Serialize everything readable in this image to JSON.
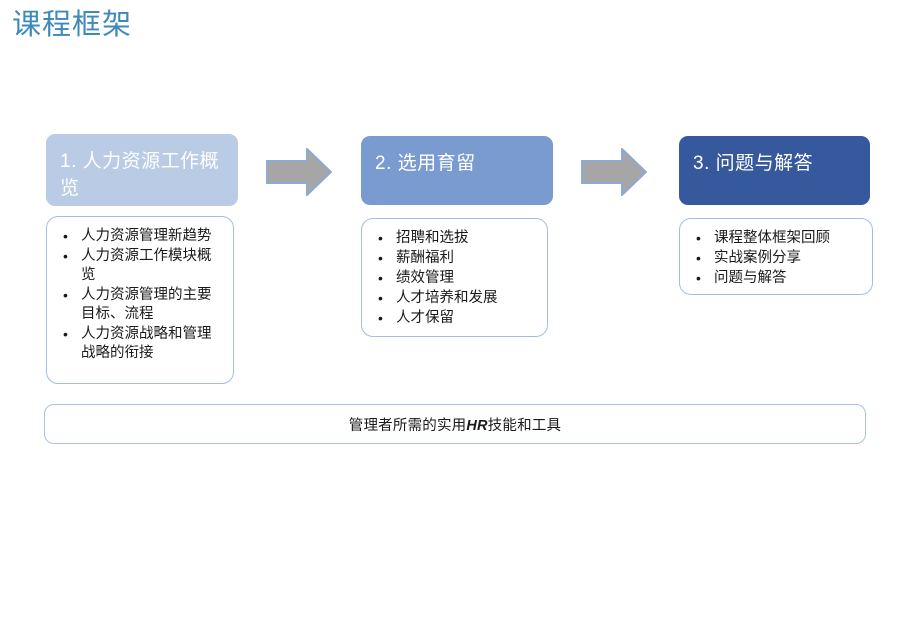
{
  "slide": {
    "title": "课程框架",
    "title_color": "#3d89bb",
    "background": "#ffffff"
  },
  "columns": [
    {
      "id": "1",
      "header": "1. 人力资源工作概览",
      "header_color": "#b9cbe5",
      "header_text_color": "#ffffff",
      "bullets": [
        "人力资源管理新趋势",
        "人力资源工作模块概览",
        "人力资源管理的主要目标、流程",
        "人力资源战略和管理战略的衔接"
      ]
    },
    {
      "id": "2",
      "header": "2. 选用育留",
      "header_color": "#7a9bd0",
      "header_text_color": "#ffffff",
      "bullets": [
        "招聘和选拔",
        "薪酬福利",
        "绩效管理",
        "人才培养和发展",
        "人才保留"
      ]
    },
    {
      "id": "3",
      "header": "3. 问题与解答",
      "header_color": "#36599e",
      "header_text_color": "#ffffff",
      "bullets": [
        "课程整体框架回顾",
        "实战案例分享",
        "问题与解答"
      ]
    }
  ],
  "arrows": {
    "fill": "#a6a6a6",
    "stroke": "#8ea9d2",
    "count": 2
  },
  "bullet_glyph": "•",
  "banner": {
    "text_before": "管理者所需的实用",
    "text_emphasis": "HR",
    "text_after": "技能和工具",
    "border_color": "#a8c2e6"
  },
  "box_border_color": "#a3bde3"
}
